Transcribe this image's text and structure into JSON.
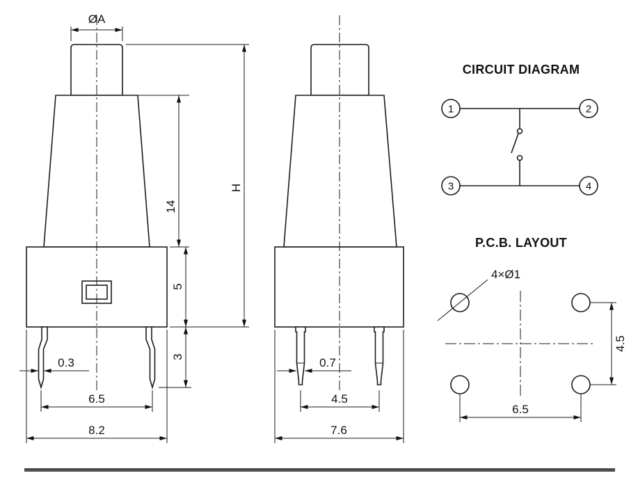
{
  "front_view": {
    "dim_cap_diameter": "ØA",
    "dim_stem_height": "14",
    "dim_total_height": "H",
    "dim_base_height": "5",
    "dim_pin_length": "3",
    "dim_pin_width": "0.3",
    "dim_pin_pitch": "6.5",
    "dim_body_width": "8.2"
  },
  "side_view": {
    "dim_pin_width": "0.7",
    "dim_pin_pitch": "4.5",
    "dim_body_width": "7.6"
  },
  "circuit_diagram": {
    "title": "CIRCUIT DIAGRAM",
    "terminals": [
      "1",
      "2",
      "3",
      "4"
    ]
  },
  "pcb_layout": {
    "title": "P.C.B. LAYOUT",
    "hole_callout": "4×Ø1",
    "dim_vertical_pitch": "4.5",
    "dim_horizontal_pitch": "6.5"
  }
}
